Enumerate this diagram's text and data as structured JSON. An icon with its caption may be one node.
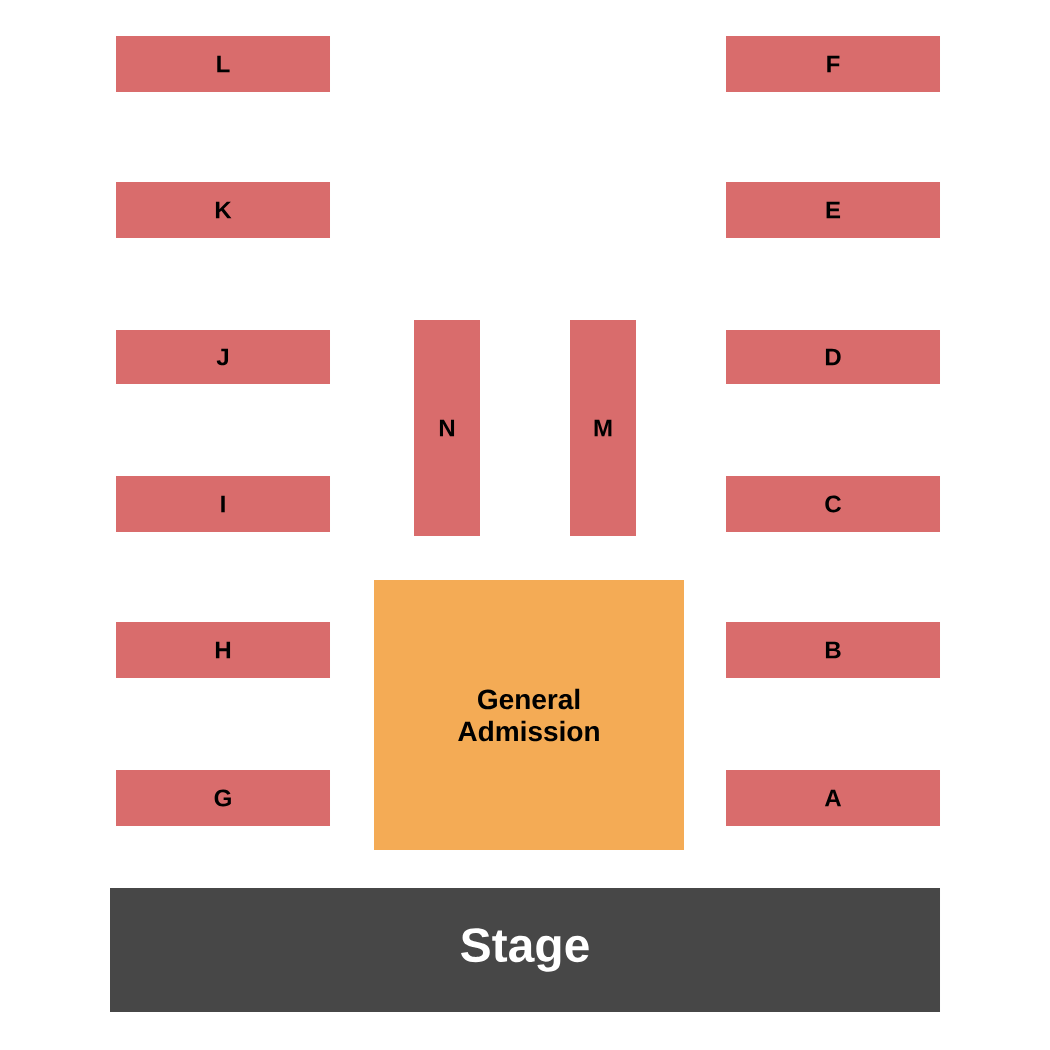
{
  "diagram": {
    "nodes": [
      {
        "text": [
          "L"
        ]
      },
      {
        "text": [
          "F"
        ]
      },
      {
        "text": [
          "K"
        ]
      },
      {
        "text": [
          "E"
        ]
      },
      {
        "text": [
          "N"
        ]
      },
      {
        "text": [
          "M"
        ]
      },
      {
        "text": [
          "J"
        ]
      },
      {
        "text": [
          "D"
        ]
      },
      {
        "text": [
          "I"
        ]
      },
      {
        "text": [
          "C"
        ]
      },
      {
        "text": [
          "General Admission"
        ]
      },
      {
        "text": [
          "H"
        ]
      },
      {
        "text": [
          "B"
        ]
      },
      {
        "text": [
          "G"
        ]
      },
      {
        "text": [
          "A"
        ]
      },
      {
        "text": [
          "Stage"
        ]
      }
    ]
  }
}
